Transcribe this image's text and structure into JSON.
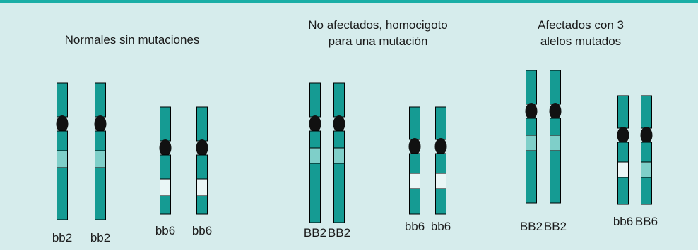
{
  "colors": {
    "background": "#d6ecec",
    "top_rule": "#1aaea6",
    "chromosome": "#159b93",
    "centromere": "#111111",
    "mutated_band": "#7fcfc9",
    "normal_band": "#eaf6f6",
    "outline": "#000000"
  },
  "panels": [
    {
      "title_lines": [
        "Normales sin mutaciones"
      ],
      "chromosomes": [
        {
          "label": "bb2",
          "band": "mutated"
        },
        {
          "label": "bb2",
          "band": "mutated"
        },
        {
          "label": "bb6",
          "band": "normal"
        },
        {
          "label": "bb6",
          "band": "normal"
        }
      ]
    },
    {
      "title_lines": [
        "No afectados, homocigoto",
        "para una mutación"
      ],
      "chromosomes": [
        {
          "label": "BB2",
          "band": "mutated"
        },
        {
          "label": "BB2",
          "band": "mutated"
        },
        {
          "label": "bb6",
          "band": "normal"
        },
        {
          "label": "bb6",
          "band": "normal"
        }
      ]
    },
    {
      "title_lines": [
        "Afectados con 3",
        "alelos mutados"
      ],
      "chromosomes": [
        {
          "label": "BB2",
          "band": "mutated"
        },
        {
          "label": "BB2",
          "band": "mutated"
        },
        {
          "label": "bb6",
          "band": "normal"
        },
        {
          "label": "BB6",
          "band": "mutated"
        }
      ]
    }
  ]
}
